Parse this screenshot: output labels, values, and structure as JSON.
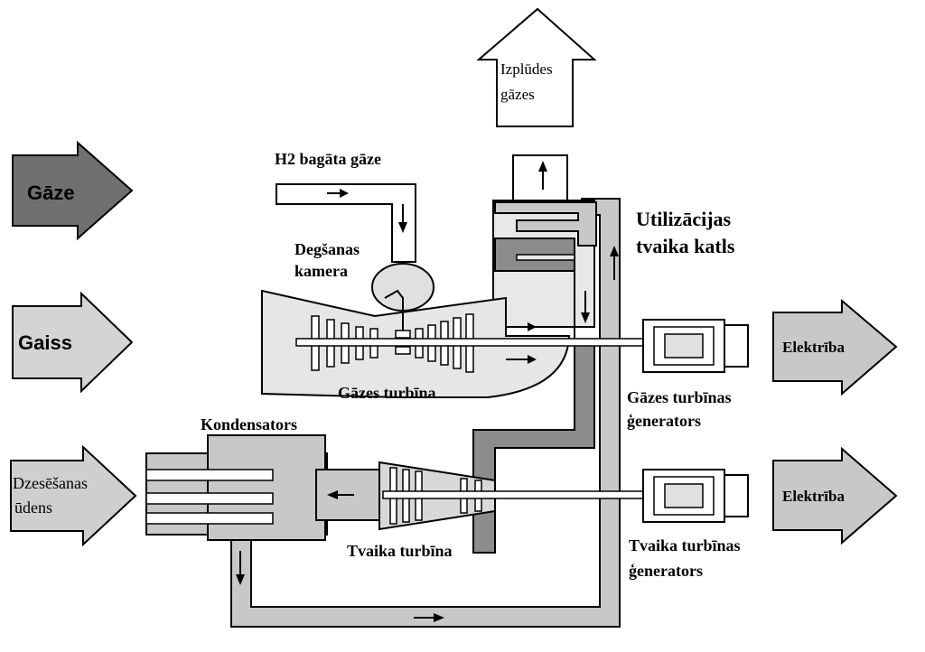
{
  "labels": {
    "exhaust_line1": "Izplūdes",
    "exhaust_line2": "gāzes",
    "h2_gas": "H2 bagāta gāze",
    "combustion_line1": "Degšanas",
    "combustion_line2": "kamera",
    "recovery_line1": "Utilizācijas",
    "recovery_line2": "tvaika katls",
    "gas_in": "Gāze",
    "air_in": "Gaiss",
    "cooling_line1": "Dzesēšanas",
    "cooling_line2": "ūdens",
    "gas_turbine": "Gāzes turbīna",
    "gas_gen_line1": "Gāzes turbīnas",
    "gas_gen_line2": "ģenerators",
    "condenser": "Kondensators",
    "steam_turbine": "Tvaika turbīna",
    "steam_gen_line1": "Tvaika turbīnas",
    "steam_gen_line2": "ģenerators",
    "electricity_1": "Elektrība",
    "electricity_2": "Elektrība"
  },
  "colors": {
    "dark_arrow": "#707070",
    "light_arrow": "#d0d0d0",
    "mid_gray": "#8c8c8c",
    "light_gray": "#c8c8c8",
    "pale": "#e8e8e8"
  }
}
